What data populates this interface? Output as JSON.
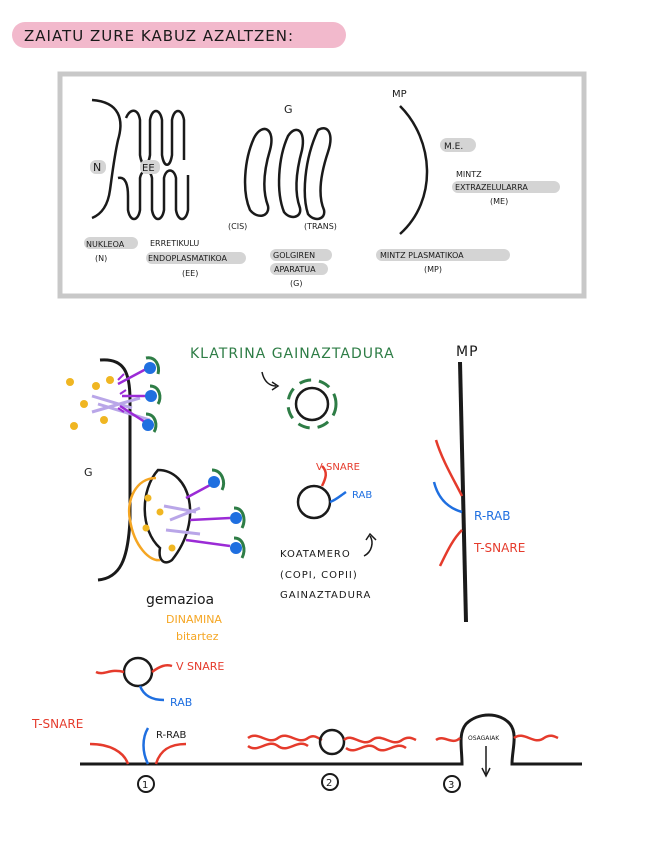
{
  "title": "ZAIATU ZURE KABUZ AZALTZEN:",
  "colors": {
    "title_highlight": "#f2b9cc",
    "label_highlight": "#d4d4d4",
    "box_border": "#c8c8c8",
    "ink": "#1a1a1a",
    "green": "#2e7d46",
    "red": "#e53b2c",
    "blue": "#1f6fe0",
    "purple": "#9b2bd6",
    "lavender": "#b9a6e8",
    "yellow": "#f0b622",
    "orange": "#f5a623"
  },
  "panel": {
    "N": "N",
    "EE": "EE",
    "nukleoa": "NUKLEOA",
    "nukleoa_abbr": "(N)",
    "erretikulu": "ERRETIKULU",
    "endoplasmatikoa": "ENDOPLASMATIKOA",
    "ee_abbr": "(EE)",
    "G": "G",
    "cis": "(CIS)",
    "trans": "(TRANS)",
    "golgiren": "GOLGIREN",
    "aparatua": "APARATUA",
    "g_abbr": "(G)",
    "MP": "MP",
    "ME": "M.E.",
    "mintz": "MINTZ",
    "extrazelularra": "EXTRAZELULARRA",
    "me_abbr": "(ME)",
    "mintz_plasmatikoa": "MINTZ PLASMATIKOA",
    "mp_abbr": "(MP)"
  },
  "middle": {
    "klatrina": "KLATRINA GAINAZTADURA",
    "MP": "MP",
    "G": "G",
    "v_snare": "V SNARE",
    "rab": "RAB",
    "r_rab": "R-RAB",
    "t_snare": "T-SNARE",
    "koatamero": "KOATAMERO",
    "copi": "(COPI, COPII)",
    "gainaztadura": "GAINAZTADURA",
    "gemazioa": "gemazioa",
    "dinamina": "DINAMINA",
    "bitartez": "bitartez"
  },
  "bottom": {
    "v_snare": "V SNARE",
    "rab": "RAB",
    "t_snare": "T-SNARE",
    "r_rab": "R-RAB",
    "step1": "1",
    "step2": "2",
    "step3": "3",
    "exocytosis": "OSAGAIAK"
  }
}
